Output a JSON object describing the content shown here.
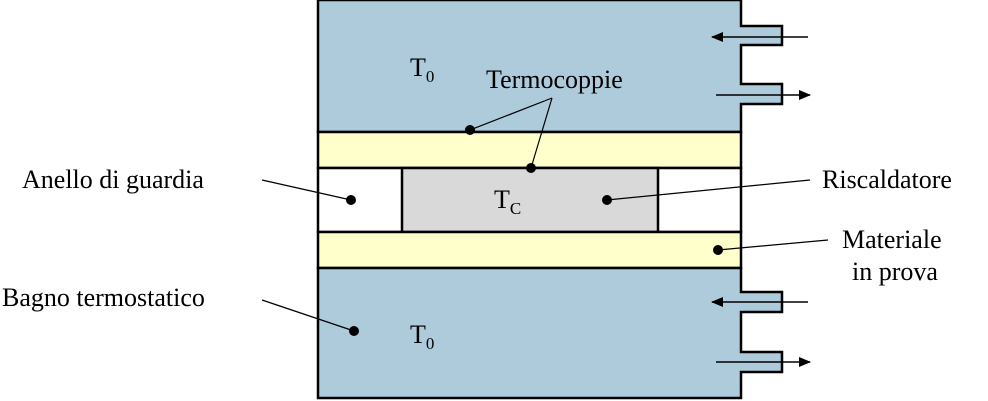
{
  "colors": {
    "bath": "#aecbdc",
    "sample": "#ffffcc",
    "heater": "#d9d9d9",
    "guard": "#ffffff",
    "ink": "#000000"
  },
  "labels": {
    "termocoppie": "Termocoppie",
    "anello": "Anello di guardia",
    "riscaldatore": "Riscaldatore",
    "materiale_line1": "Materiale",
    "materiale_line2": "in prova",
    "bagno": "Bagno termostatico"
  },
  "symbols": {
    "top_temp": {
      "base": "T",
      "sub": "0"
    },
    "center_temp": {
      "base": "T",
      "sub": "C"
    },
    "bottom_temp": {
      "base": "T",
      "sub": "0"
    }
  }
}
